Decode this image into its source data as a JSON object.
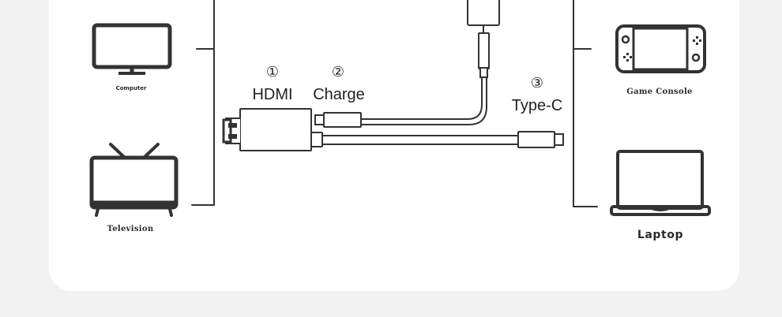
{
  "devices": {
    "computer": "Computer",
    "television": "Television",
    "game_console": "Game Console",
    "laptop": "Laptop"
  },
  "ports": {
    "hdmi": {
      "number": "①",
      "label": "HDMI"
    },
    "charge": {
      "number": "②",
      "label": "Charge"
    },
    "typec": {
      "number": "③",
      "label": "Type-C"
    }
  },
  "colors": {
    "line": "#333333",
    "background": "#f2f2f2",
    "card": "#ffffff"
  }
}
